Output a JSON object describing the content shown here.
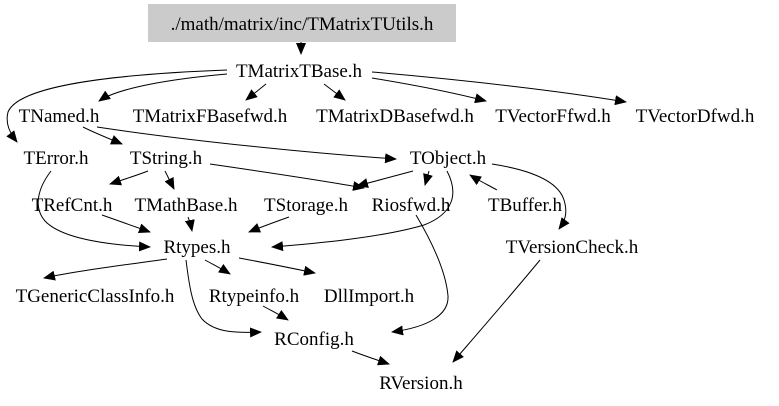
{
  "diagram_type": "include-dependency-graph",
  "colors": {
    "root_node_background": "#cbcbcb",
    "edge": "#000000",
    "text": "#000000",
    "background": "#ffffff"
  },
  "nodes": {
    "root": {
      "label": "./math/matrix/inc/TMatrixTUtils.h"
    },
    "tmatrixtbase": {
      "label": "TMatrixTBase.h"
    },
    "tnamed": {
      "label": "TNamed.h"
    },
    "tmatrixfbasefwd": {
      "label": "TMatrixFBasefwd.h"
    },
    "tmatrixdbasefwd": {
      "label": "TMatrixDBasefwd.h"
    },
    "tvectorffwd": {
      "label": "TVectorFfwd.h"
    },
    "tvectordfwd": {
      "label": "TVectorDfwd.h"
    },
    "terror": {
      "label": "TError.h"
    },
    "tstring": {
      "label": "TString.h"
    },
    "tobject": {
      "label": "TObject.h"
    },
    "trefcnt": {
      "label": "TRefCnt.h"
    },
    "tmathbase": {
      "label": "TMathBase.h"
    },
    "tstorage": {
      "label": "TStorage.h"
    },
    "riosfwd": {
      "label": "Riosfwd.h"
    },
    "tbuffer": {
      "label": "TBuffer.h"
    },
    "rtypes": {
      "label": "Rtypes.h"
    },
    "tversioncheck": {
      "label": "TVersionCheck.h"
    },
    "tgenericclassinfo": {
      "label": "TGenericClassInfo.h"
    },
    "rtypeinfo": {
      "label": "Rtypeinfo.h"
    },
    "dllimport": {
      "label": "DllImport.h"
    },
    "rconfig": {
      "label": "RConfig.h"
    },
    "rversion": {
      "label": "RVersion.h"
    }
  },
  "edges": [
    {
      "from": "./math/matrix/inc/TMatrixTUtils.h",
      "to": "TMatrixTBase.h"
    },
    {
      "from": "TMatrixTBase.h",
      "to": "TNamed.h"
    },
    {
      "from": "TMatrixTBase.h",
      "to": "TMatrixFBasefwd.h"
    },
    {
      "from": "TMatrixTBase.h",
      "to": "TMatrixDBasefwd.h"
    },
    {
      "from": "TMatrixTBase.h",
      "to": "TVectorFfwd.h"
    },
    {
      "from": "TMatrixTBase.h",
      "to": "TVectorDfwd.h"
    },
    {
      "from": "TMatrixTBase.h",
      "to": "TError.h"
    },
    {
      "from": "TNamed.h",
      "to": "TString.h"
    },
    {
      "from": "TNamed.h",
      "to": "TObject.h"
    },
    {
      "from": "TString.h",
      "to": "TRefCnt.h"
    },
    {
      "from": "TString.h",
      "to": "TMathBase.h"
    },
    {
      "from": "TString.h",
      "to": "Riosfwd.h"
    },
    {
      "from": "TObject.h",
      "to": "TStorage.h"
    },
    {
      "from": "TObject.h",
      "to": "Riosfwd.h"
    },
    {
      "from": "TObject.h",
      "to": "Rtypes.h"
    },
    {
      "from": "TObject.h",
      "to": "TVersionCheck.h"
    },
    {
      "from": "TBuffer.h",
      "to": "TObject.h"
    },
    {
      "from": "TError.h",
      "to": "Rtypes.h"
    },
    {
      "from": "TRefCnt.h",
      "to": "Rtypes.h"
    },
    {
      "from": "TMathBase.h",
      "to": "Rtypes.h"
    },
    {
      "from": "TStorage.h",
      "to": "Rtypes.h"
    },
    {
      "from": "Riosfwd.h",
      "to": "RConfig.h"
    },
    {
      "from": "Rtypes.h",
      "to": "TGenericClassInfo.h"
    },
    {
      "from": "Rtypes.h",
      "to": "Rtypeinfo.h"
    },
    {
      "from": "Rtypes.h",
      "to": "DllImport.h"
    },
    {
      "from": "Rtypes.h",
      "to": "RConfig.h"
    },
    {
      "from": "Rtypeinfo.h",
      "to": "RConfig.h"
    },
    {
      "from": "RConfig.h",
      "to": "RVersion.h"
    },
    {
      "from": "TVersionCheck.h",
      "to": "RVersion.h"
    }
  ]
}
